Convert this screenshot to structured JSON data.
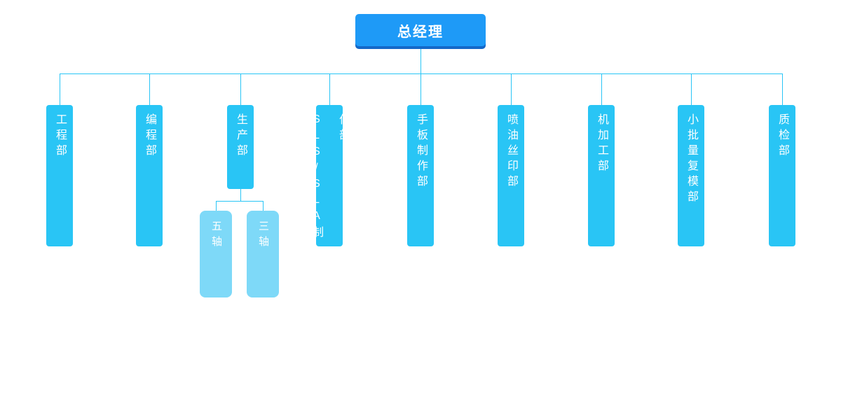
{
  "chart": {
    "type": "org-chart",
    "root": {
      "label": "总经理"
    },
    "departments": [
      {
        "label": "工程部"
      },
      {
        "label": "编程部"
      },
      {
        "label": "生产部",
        "children": [
          {
            "label": "五轴"
          },
          {
            "label": "三轴"
          }
        ]
      },
      {
        "label": "SLS/SLA制作部"
      },
      {
        "label": "手板制作部"
      },
      {
        "label": "喷油丝印部"
      },
      {
        "label": "机加工部"
      },
      {
        "label": "小批量复模部"
      },
      {
        "label": "质检部"
      }
    ]
  },
  "colors": {
    "top_bg": "#1e9af7",
    "top_shadow": "#1468c8",
    "dept_bg": "#29c5f5",
    "sub_bg": "#7ed9f8",
    "line": "#29c5f6",
    "text": "#ffffff"
  }
}
